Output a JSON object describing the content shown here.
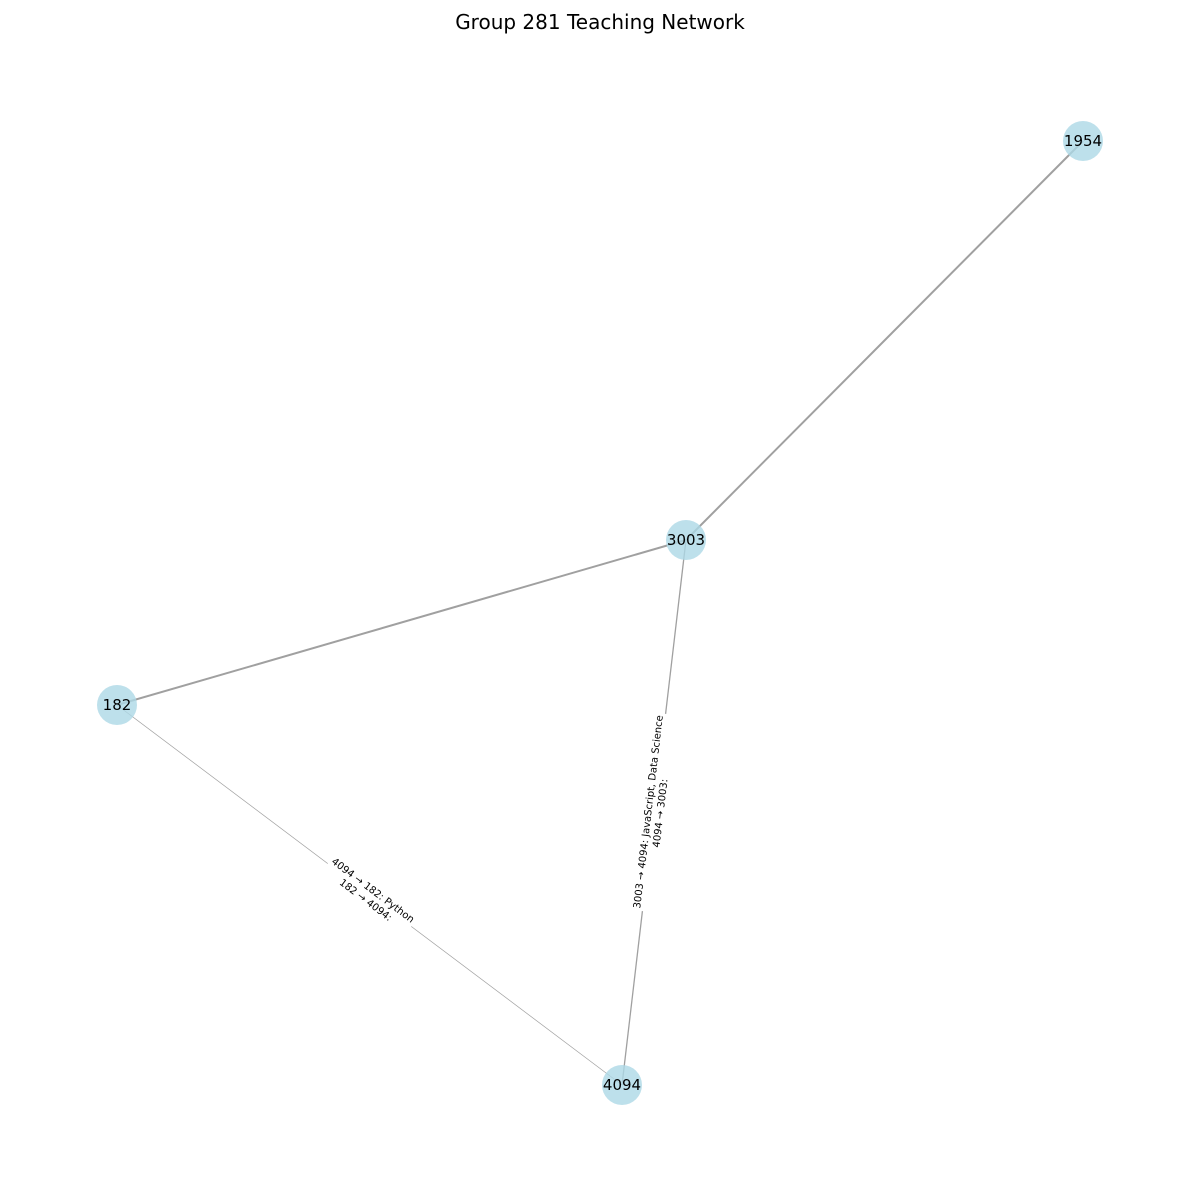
{
  "title": "Group 281 Teaching Network",
  "colors": {
    "node_fill": "#add8e6",
    "edge": "#a0a0a0",
    "label_bg": "#ffffff"
  },
  "nodes": [
    {
      "id": "1954",
      "label": "1954"
    },
    {
      "id": "3003",
      "label": "3003"
    },
    {
      "id": "182",
      "label": "182"
    },
    {
      "id": "4094",
      "label": "4094"
    }
  ],
  "edges": [
    {
      "source": "1954",
      "target": "3003",
      "weight": "heavy",
      "lines": []
    },
    {
      "source": "3003",
      "target": "182",
      "weight": "heavy",
      "lines": []
    },
    {
      "source": "3003",
      "target": "4094",
      "weight": "medium",
      "lines": [
        "3003 → 4094: JavaScript, Data Science",
        "4094 → 3003:"
      ]
    },
    {
      "source": "182",
      "target": "4094",
      "weight": "light",
      "lines": [
        "4094 → 182: Python",
        "182 → 4094:"
      ]
    }
  ]
}
